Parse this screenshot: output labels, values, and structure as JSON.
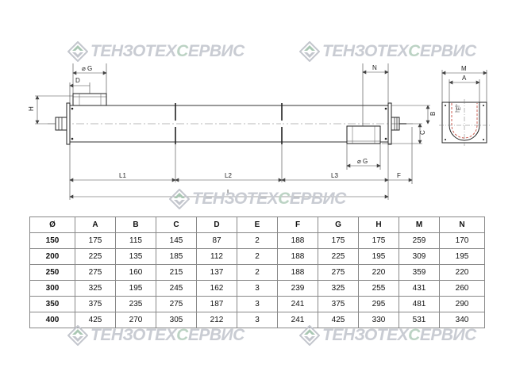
{
  "watermark": {
    "brand_main": "ТЕНЗОТЕХ",
    "brand_highlight": "С",
    "brand_tail": "ЕРВИС",
    "icon": "recycle-diamond-logo-icon",
    "colors": {
      "text": "#c9ccd3",
      "logo_green": "#a9c7b3",
      "logo_grey": "#c3c6cd"
    }
  },
  "drawing": {
    "side_view_labels": {
      "dia_g_top": "⌀ G",
      "d": "D",
      "h": "H",
      "l1": "L1",
      "l2": "L2",
      "l3": "L3",
      "l": "L",
      "f": "F",
      "n": "N",
      "c": "C",
      "b": "B",
      "dia_g_bottom": "⌀ G"
    },
    "end_view_labels": {
      "m": "M",
      "a": "A",
      "e": "E"
    }
  },
  "table": {
    "headers": [
      "Ø",
      "A",
      "B",
      "C",
      "D",
      "E",
      "F",
      "G",
      "H",
      "M",
      "N"
    ],
    "rows": [
      [
        "150",
        "175",
        "115",
        "145",
        "87",
        "2",
        "188",
        "175",
        "175",
        "259",
        "170"
      ],
      [
        "200",
        "225",
        "135",
        "185",
        "112",
        "2",
        "188",
        "225",
        "195",
        "309",
        "195"
      ],
      [
        "250",
        "275",
        "160",
        "215",
        "137",
        "2",
        "188",
        "275",
        "220",
        "359",
        "220"
      ],
      [
        "300",
        "325",
        "195",
        "245",
        "162",
        "3",
        "239",
        "325",
        "255",
        "431",
        "260"
      ],
      [
        "350",
        "375",
        "235",
        "275",
        "187",
        "3",
        "241",
        "375",
        "295",
        "481",
        "290"
      ],
      [
        "400",
        "425",
        "270",
        "305",
        "212",
        "3",
        "241",
        "425",
        "330",
        "531",
        "340"
      ]
    ]
  }
}
